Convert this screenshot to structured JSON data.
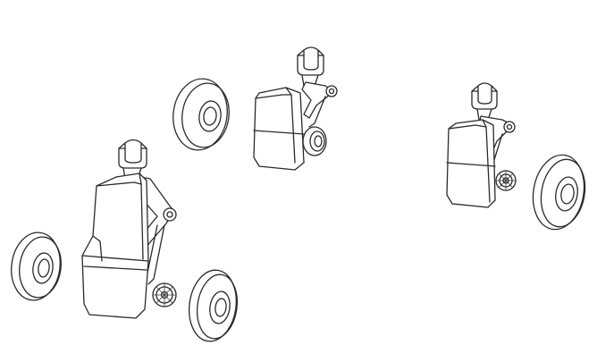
{
  "figure": {
    "description_visible_text": "",
    "colors": {
      "background": "#ffffff",
      "line": "#2a2a2a"
    },
    "assemblies": [
      {
        "id": "bottom-left",
        "parts": [
          "mount-clip",
          "strut-housing",
          "drag-link",
          "small-gear",
          "inner-wheel",
          "outer-wheel"
        ]
      },
      {
        "id": "center",
        "parts": [
          "mount-clip",
          "strut-housing",
          "drag-link",
          "hub",
          "detached-wheel"
        ]
      },
      {
        "id": "right",
        "parts": [
          "mount-clip",
          "strut-housing",
          "drag-link",
          "small-gear",
          "wheel"
        ]
      }
    ]
  }
}
